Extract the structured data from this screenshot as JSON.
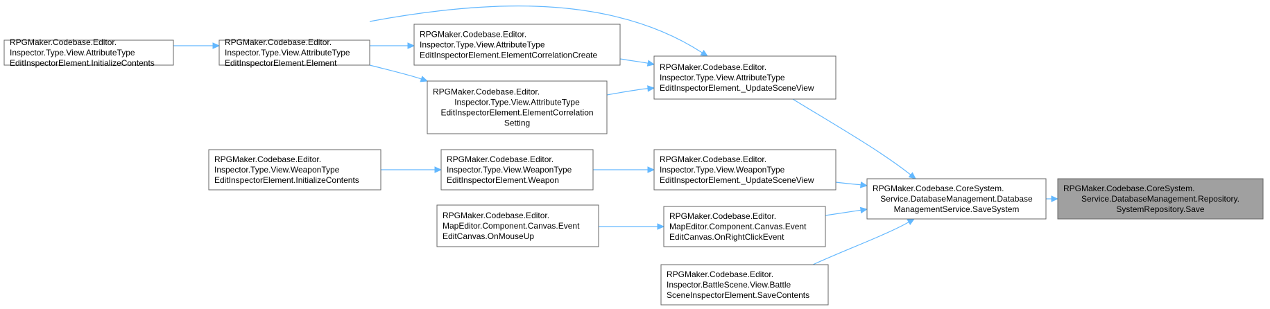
{
  "colors": {
    "edge": "#63b8ff",
    "node_border": "#666666",
    "node_fill": "#ffffff",
    "highlight_fill": "#a0a0a0",
    "text": "#000000"
  },
  "nodes": [
    {
      "id": "n_init_attr",
      "lines": [
        "RPGMaker.Codebase.Editor.",
        "Inspector.Type.View.AttributeType",
        "EditInspectorElement.InitializeContents"
      ]
    },
    {
      "id": "n_element",
      "lines": [
        "RPGMaker.Codebase.Editor.",
        "Inspector.Type.View.AttributeType",
        "EditInspectorElement.Element"
      ]
    },
    {
      "id": "n_corr_create",
      "lines": [
        "RPGMaker.Codebase.Editor.",
        "Inspector.Type.View.AttributeType",
        "EditInspectorElement.ElementCorrelationCreate"
      ]
    },
    {
      "id": "n_corr_setting",
      "lines": [
        "RPGMaker.Codebase.Editor.",
        "Inspector.Type.View.AttributeType",
        "EditInspectorElement.ElementCorrelation",
        "Setting"
      ]
    },
    {
      "id": "n_attr_update",
      "lines": [
        "RPGMaker.Codebase.Editor.",
        "Inspector.Type.View.AttributeType",
        "EditInspectorElement._UpdateSceneView"
      ]
    },
    {
      "id": "n_weapon_init",
      "lines": [
        "RPGMaker.Codebase.Editor.",
        "Inspector.Type.View.WeaponType",
        "EditInspectorElement.InitializeContents"
      ]
    },
    {
      "id": "n_weapon",
      "lines": [
        "RPGMaker.Codebase.Editor.",
        "Inspector.Type.View.WeaponType",
        "EditInspectorElement.Weapon"
      ]
    },
    {
      "id": "n_weapon_update",
      "lines": [
        "RPGMaker.Codebase.Editor.",
        "Inspector.Type.View.WeaponType",
        "EditInspectorElement._UpdateSceneView"
      ]
    },
    {
      "id": "n_mouseup",
      "lines": [
        "RPGMaker.Codebase.Editor.",
        "MapEditor.Component.Canvas.Event",
        "EditCanvas.OnMouseUp"
      ]
    },
    {
      "id": "n_rightclick",
      "lines": [
        "RPGMaker.Codebase.Editor.",
        "MapEditor.Component.Canvas.Event",
        "EditCanvas.OnRightClickEvent"
      ]
    },
    {
      "id": "n_battle",
      "lines": [
        "RPGMaker.Codebase.Editor.",
        "Inspector.BattleScene.View.Battle",
        "SceneInspectorElement.SaveContents"
      ]
    },
    {
      "id": "n_savesystem",
      "lines": [
        "RPGMaker.Codebase.CoreSystem.",
        "Service.DatabaseManagement.Database",
        "ManagementService.SaveSystem"
      ]
    },
    {
      "id": "n_repo_save",
      "lines": [
        "RPGMaker.Codebase.CoreSystem.",
        "Service.DatabaseManagement.Repository.",
        "SystemRepository.Save"
      ],
      "highlight": true
    }
  ],
  "edges": [
    {
      "from": "n_init_attr",
      "to": "n_element"
    },
    {
      "from": "n_element",
      "to": "n_corr_create"
    },
    {
      "from": "n_element",
      "to": "n_corr_setting"
    },
    {
      "from": "n_element",
      "to": "n_attr_update"
    },
    {
      "from": "n_corr_create",
      "to": "n_attr_update"
    },
    {
      "from": "n_corr_setting",
      "to": "n_attr_update"
    },
    {
      "from": "n_attr_update",
      "to": "n_savesystem"
    },
    {
      "from": "n_weapon_init",
      "to": "n_weapon"
    },
    {
      "from": "n_weapon",
      "to": "n_weapon_update"
    },
    {
      "from": "n_weapon_update",
      "to": "n_savesystem"
    },
    {
      "from": "n_mouseup",
      "to": "n_rightclick"
    },
    {
      "from": "n_rightclick",
      "to": "n_savesystem"
    },
    {
      "from": "n_battle",
      "to": "n_savesystem"
    },
    {
      "from": "n_savesystem",
      "to": "n_repo_save"
    }
  ]
}
